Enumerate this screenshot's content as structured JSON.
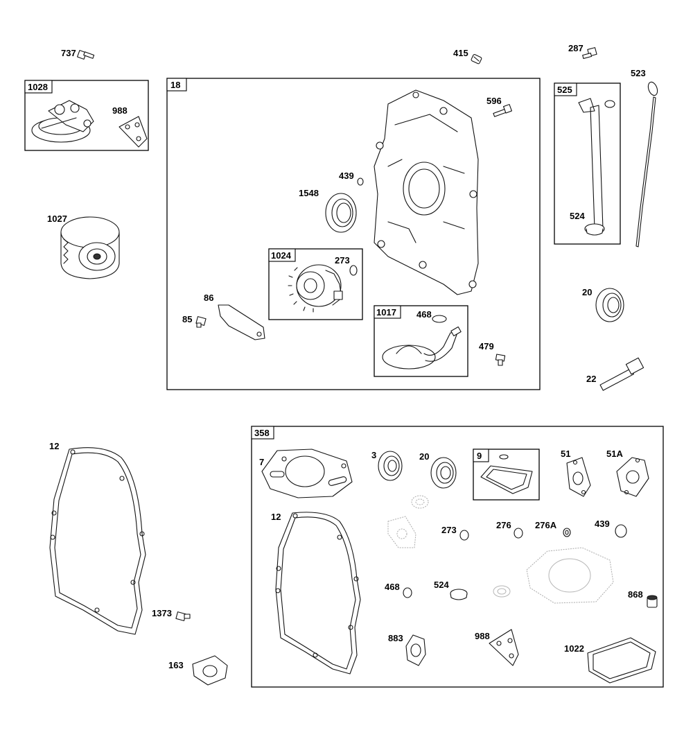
{
  "group_labels": {
    "g18": "18",
    "g358": "358",
    "g1028": "1028",
    "g525": "525",
    "g1024": "1024",
    "g1017": "1017",
    "g9": "9"
  },
  "callouts": {
    "c737": "737",
    "c415": "415",
    "c287": "287",
    "c523": "523",
    "c988a": "988",
    "c596": "596",
    "c439a": "439",
    "c1548": "1548",
    "c1027": "1027",
    "c524a": "524",
    "c273a": "273",
    "c86": "86",
    "c85": "85",
    "c20a": "20",
    "c468a": "468",
    "c479": "479",
    "c22": "22",
    "c12a": "12",
    "c7": "7",
    "c3": "3",
    "c20b": "20",
    "c51": "51",
    "c51a": "51A",
    "c12b": "12",
    "c273b": "273",
    "c276": "276",
    "c276a": "276A",
    "c439b": "439",
    "c468b": "468",
    "c524b": "524",
    "c868": "868",
    "c1373": "1373",
    "c883": "883",
    "c988b": "988",
    "c1022": "1022",
    "c163": "163"
  }
}
